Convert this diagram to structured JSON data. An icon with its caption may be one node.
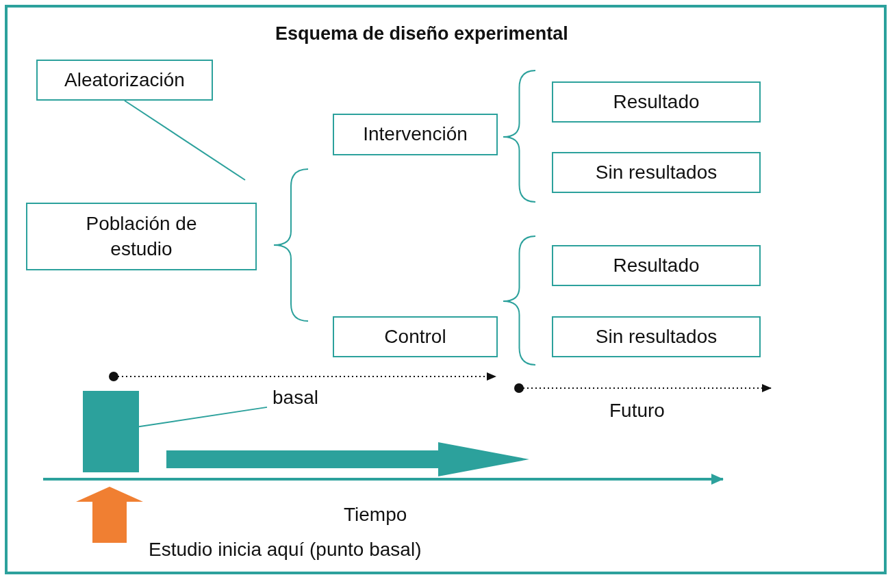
{
  "diagram": {
    "title": "Esquema de diseño experimental",
    "nodes": [
      {
        "text": [
          "Aleatorización"
        ]
      },
      {
        "text": [
          "Población de estudio"
        ]
      },
      {
        "text": [
          "Intervención"
        ]
      },
      {
        "text": [
          "Control"
        ]
      },
      {
        "text": [
          "Resultado"
        ]
      },
      {
        "text": [
          "Sin resultados"
        ]
      },
      {
        "text": [
          "Resultado"
        ]
      },
      {
        "text": [
          "Sin resultados"
        ]
      },
      {
        "text": [],
        "shape": "bar"
      },
      {
        "text": [
          "basal"
        ]
      }
    ],
    "edges": [
      {
        "from": 0,
        "to": null,
        "arrow": "none"
      },
      {
        "from": 9,
        "to": 8,
        "arrow": "none"
      }
    ],
    "labels": [
      "Futuro",
      "Tiempo",
      "Estudio inicia aquí (punto basal)"
    ]
  }
}
